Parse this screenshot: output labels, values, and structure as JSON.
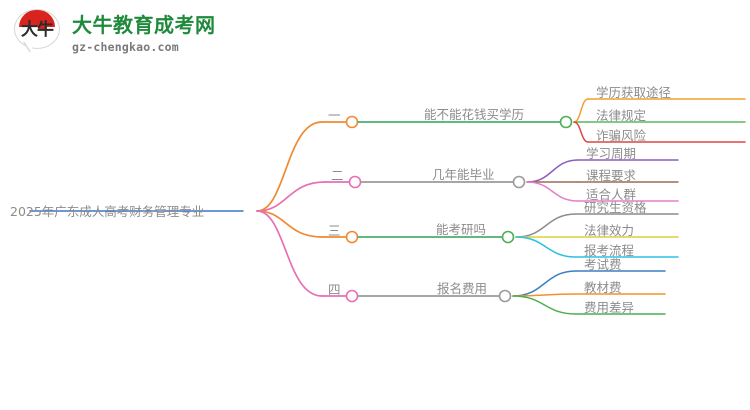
{
  "logo": {
    "glyph": "大牛",
    "title": "大牛教育成考网",
    "subtitle": "gz-chengkao.com",
    "brand_green": "#1f8a3b",
    "brand_red": "#d8231f"
  },
  "mindmap": {
    "root": {
      "label": "2025年广东成人高考财务管理专业",
      "node_color": "#3a76c8"
    },
    "branches": [
      {
        "index": "一",
        "index_node_color": "#f08a32",
        "trunk_color": "#f08a32",
        "topic": "能不能花钱买学历",
        "topic_line_color": "#4caf6d",
        "topic_node_color": "#4caf50",
        "leaves": [
          {
            "label": "学历获取途径",
            "color": "#f0a030"
          },
          {
            "label": "法律规定",
            "color": "#5cb85c"
          },
          {
            "label": "诈骗风险",
            "color": "#e04545"
          }
        ]
      },
      {
        "index": "二",
        "index_node_color": "#e86fb4",
        "trunk_color": "#e86fb4",
        "topic": "几年能毕业",
        "topic_line_color": "#9a9a9a",
        "topic_node_color": "#9a9a9a",
        "leaves": [
          {
            "label": "学习周期",
            "color": "#8a5fc0"
          },
          {
            "label": "课程要求",
            "color": "#9c6b5a"
          },
          {
            "label": "适合人群",
            "color": "#e87ec4"
          }
        ]
      },
      {
        "index": "三",
        "index_node_color": "#f08a32",
        "trunk_color": "#f08a32",
        "topic": "能考研吗",
        "topic_line_color": "#4caf6d",
        "topic_node_color": "#4caf50",
        "leaves": [
          {
            "label": "研究生资格",
            "color": "#8c8c8c"
          },
          {
            "label": "法律效力",
            "color": "#d8d03a"
          },
          {
            "label": "报考流程",
            "color": "#2ec0e0"
          }
        ]
      },
      {
        "index": "四",
        "index_node_color": "#e86fb4",
        "trunk_color": "#e86fb4",
        "topic": "报名费用",
        "topic_line_color": "#9a9a9a",
        "topic_node_color": "#9a9a9a",
        "leaves": [
          {
            "label": "考试费",
            "color": "#3d7fc1"
          },
          {
            "label": "教材费",
            "color": "#f0932f"
          },
          {
            "label": "费用差异",
            "color": "#4caf50"
          }
        ]
      }
    ]
  }
}
